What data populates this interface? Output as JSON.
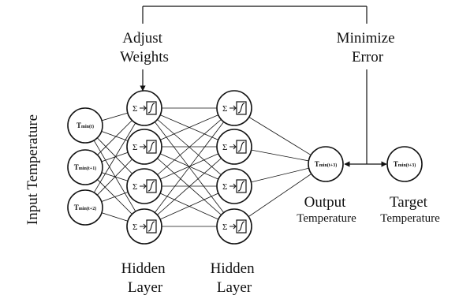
{
  "labels": {
    "input_temperature": "Input Temperature",
    "adjust_weights": [
      "Adjust",
      "Weights"
    ],
    "minimize_error": [
      "Minimize",
      "Error"
    ],
    "hidden_layer_1": [
      "Hidden",
      "Layer"
    ],
    "hidden_layer_2": [
      "Hidden",
      "Layer"
    ],
    "output": [
      "Output",
      "Temperature"
    ],
    "target": [
      "Target",
      "Temperature"
    ]
  },
  "nodes": {
    "inputs": [
      {
        "main": "T",
        "sub": "min(t)"
      },
      {
        "main": "T",
        "sub": "min(t+1)"
      },
      {
        "main": "T",
        "sub": "min(t+2)"
      }
    ],
    "hidden_symbol": "Σ",
    "output": {
      "main": "T",
      "sub": "min(t+3)"
    },
    "target": {
      "main": "T",
      "sub": "min(t+3)"
    }
  }
}
